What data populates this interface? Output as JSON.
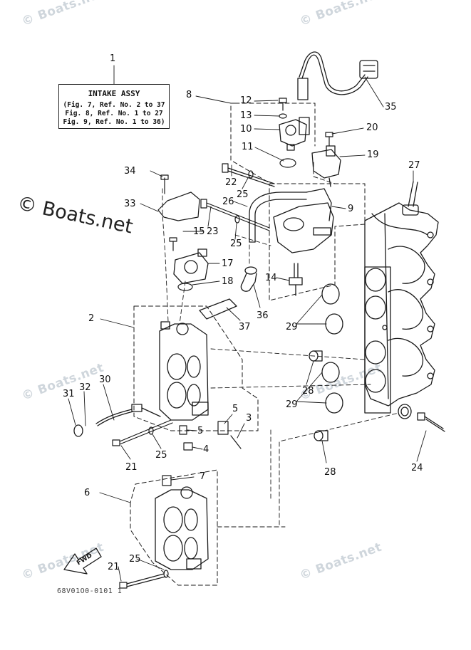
{
  "title_box": {
    "heading": "INTAKE ASSY",
    "lines": [
      "(Fig. 7, Ref. No. 2 to 37",
      "Fig. 8, Ref. No. 1 to 27",
      "Fig. 9, Ref. No. 1 to 36)"
    ]
  },
  "watermark": "© Boats.net",
  "watermark_large": "© Boats.net",
  "diagram_code": "68V01O0-0101 1",
  "fwd_label": "FWD",
  "callouts": {
    "c1": "1",
    "c2": "2",
    "c3": "3",
    "c4": "4",
    "c5a": "5",
    "c5b": "5",
    "c6": "6",
    "c7": "7",
    "c8": "8",
    "c9": "9",
    "c10": "10",
    "c11": "11",
    "c12": "12",
    "c13": "13",
    "c14": "14",
    "c15": "15",
    "c17": "17",
    "c18": "18",
    "c19": "19",
    "c20": "20",
    "c21a": "21",
    "c21b": "21",
    "c22": "22",
    "c23": "23",
    "c24": "24",
    "c25a": "25",
    "c25b": "25",
    "c25c": "25",
    "c25d": "25",
    "c26": "26",
    "c27": "27",
    "c28a": "28",
    "c28b": "28",
    "c29a": "29",
    "c29b": "29",
    "c30": "30",
    "c31": "31",
    "c32": "32",
    "c33": "33",
    "c34": "34",
    "c35": "35",
    "c36": "36",
    "c37": "37"
  },
  "colors": {
    "line": "#1a1a1a",
    "watermark": "#cfd6dc"
  }
}
